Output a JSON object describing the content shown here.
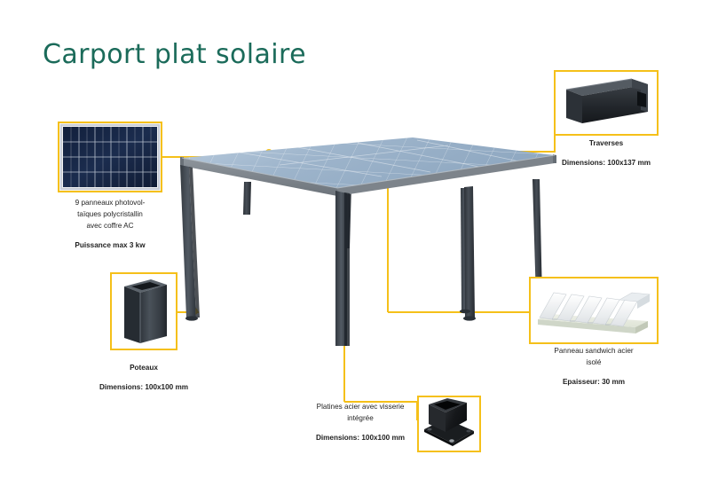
{
  "page": {
    "title": "Carport plat solaire",
    "title_color": "#1b6b5a",
    "accent_color": "#f5c019",
    "background": "#ffffff"
  },
  "callouts": [
    {
      "id": "solar-panels",
      "thumbnail": "solar-panel-photo",
      "lines": [
        "9 panneaux photovol-",
        "taïques polycristallin",
        "avec coffre AC"
      ],
      "spec": "Puissance max 3 kw"
    },
    {
      "id": "traverses",
      "thumbnail": "beam-profile-photo",
      "lines": [
        "Traverses"
      ],
      "spec": "Dimensions: 100x137 mm"
    },
    {
      "id": "poteaux",
      "thumbnail": "post-profile-photo",
      "lines": [
        "Poteaux"
      ],
      "spec": "Dimensions: 100x100 mm"
    },
    {
      "id": "sandwich-panel",
      "thumbnail": "sandwich-panel-photo",
      "lines": [
        "Panneau sandwich acier",
        "isolé"
      ],
      "spec": "Epaisseur: 30 mm"
    },
    {
      "id": "platines",
      "thumbnail": "base-plate-photo",
      "lines": [
        "Platines acier avec visserie",
        "intégrée"
      ],
      "spec": "Dimensions: 100x100 mm"
    }
  ],
  "product": {
    "name": "flat-solar-carport-render",
    "frame_color": "#3c424a",
    "roof_color": "#9fb6cc"
  }
}
